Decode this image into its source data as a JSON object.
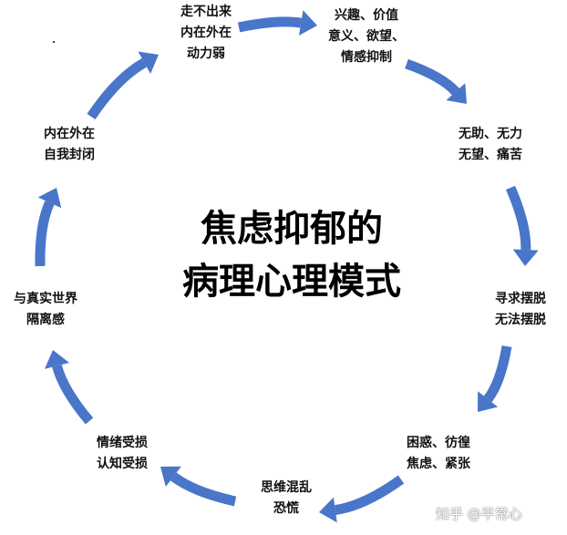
{
  "diagram": {
    "title_line1": "焦虑抑郁的",
    "title_line2": "病理心理模式",
    "arrow_color": "#4a76c9",
    "nodes": [
      {
        "id": "top",
        "lines": [
          "走不出来",
          "内在外在",
          "动力弱"
        ]
      },
      {
        "id": "top-right",
        "lines": [
          "兴趣、价值",
          "意义、欲望、",
          "情感抑制"
        ]
      },
      {
        "id": "right-upper",
        "lines": [
          "无助、无力",
          "无望、痛苦"
        ]
      },
      {
        "id": "right",
        "lines": [
          "寻求摆脱",
          "无法摆脱"
        ]
      },
      {
        "id": "bottom-right",
        "lines": [
          "困惑、彷徨",
          "焦虑、紧张"
        ]
      },
      {
        "id": "bottom",
        "lines": [
          "思维混乱",
          "恐慌"
        ]
      },
      {
        "id": "bottom-left",
        "lines": [
          "情绪受损",
          "认知受损"
        ]
      },
      {
        "id": "left",
        "lines": [
          "与真实世界",
          "隔离感"
        ]
      },
      {
        "id": "left-upper",
        "lines": [
          "内在外在",
          "自我封闭"
        ]
      }
    ]
  },
  "watermark": "知乎 @平常心"
}
